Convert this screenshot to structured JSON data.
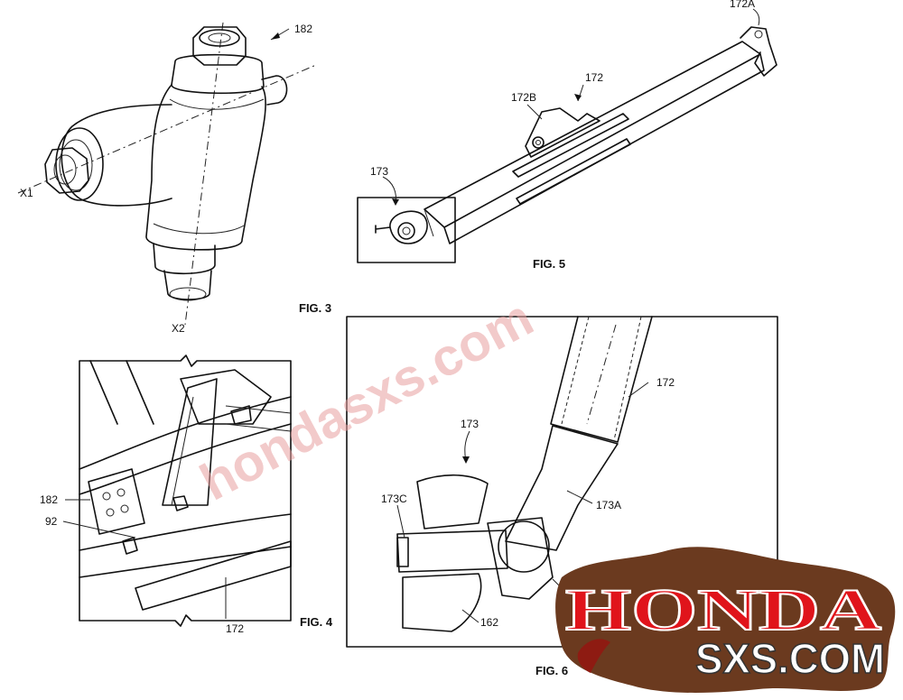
{
  "figures": {
    "fig3": {
      "label": "FIG. 3",
      "refs": {
        "part": "182",
        "axis1": "X1",
        "axis2": "X2"
      }
    },
    "fig4": {
      "label": "FIG. 4",
      "refs": {
        "bracket": "182",
        "frame": "92",
        "link": "172"
      }
    },
    "fig5": {
      "label": "FIG. 5",
      "refs": {
        "end_mount": "172A",
        "link": "172",
        "mid_bracket": "172B",
        "ball_joint": "173"
      }
    },
    "fig6": {
      "label": "FIG. 6",
      "refs": {
        "link": "172",
        "ball_joint": "173",
        "stud_housing": "173A",
        "ball_stud": "173C",
        "knuckle": "162"
      }
    }
  },
  "watermark": {
    "diagonal_text": "hondasxs.com"
  },
  "logo": {
    "line1": "HONDA",
    "line2": "SXS.COM"
  },
  "colors": {
    "ink": "#111111",
    "watermark": "#e8a0a0",
    "logo_red": "#e0141b",
    "logo_mud": "#6b3a1f"
  }
}
